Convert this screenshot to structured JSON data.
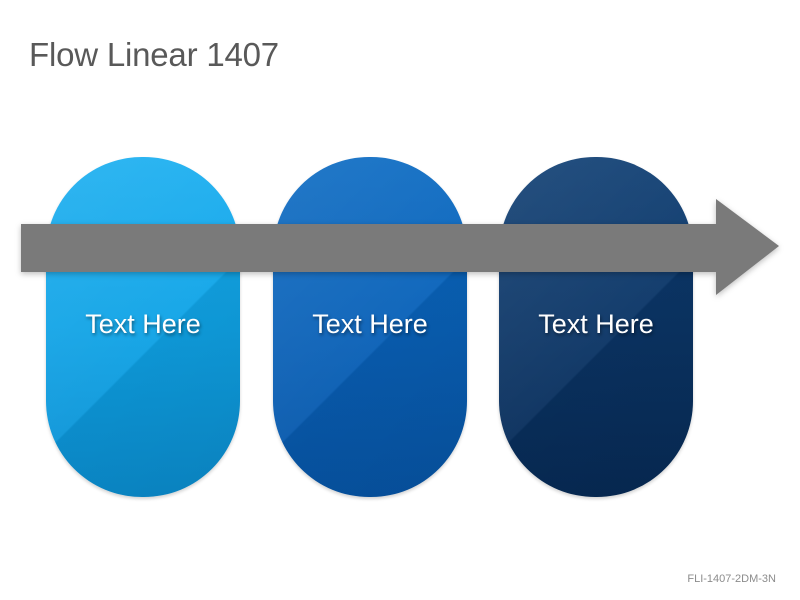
{
  "title": "Flow Linear 1407",
  "steps": [
    {
      "label": "Text Here",
      "color": "#0fa3e6"
    },
    {
      "label": "Text Here",
      "color": "#0961b8"
    },
    {
      "label": "Text Here",
      "color": "#0b3566"
    }
  ],
  "arrow": {
    "color": "#7a7a7a",
    "direction": "right"
  },
  "footer": {
    "code": "FLI-1407-2DM-3N"
  }
}
